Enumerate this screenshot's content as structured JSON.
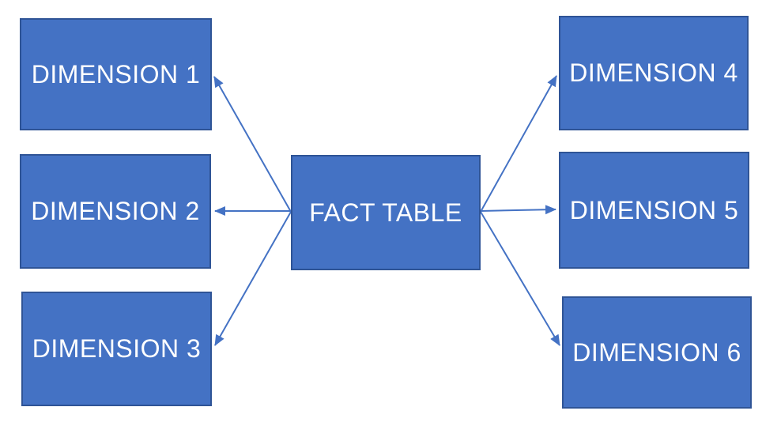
{
  "diagram": {
    "nodes": [
      {
        "id": "fact",
        "label": "FACT TABLE"
      },
      {
        "id": "dimension-1",
        "label": "DIMENSION 1"
      },
      {
        "id": "dimension-2",
        "label": "DIMENSION 2"
      },
      {
        "id": "dimension-3",
        "label": "DIMENSION 3"
      },
      {
        "id": "dimension-4",
        "label": "DIMENSION 4"
      },
      {
        "id": "dimension-5",
        "label": "DIMENSION 5"
      },
      {
        "id": "dimension-6",
        "label": "DIMENSION 6"
      }
    ],
    "edges": [
      {
        "from": "fact",
        "to": "dimension-1"
      },
      {
        "from": "fact",
        "to": "dimension-2"
      },
      {
        "from": "fact",
        "to": "dimension-3"
      },
      {
        "from": "fact",
        "to": "dimension-4"
      },
      {
        "from": "fact",
        "to": "dimension-5"
      },
      {
        "from": "fact",
        "to": "dimension-6"
      }
    ],
    "colors": {
      "node_fill": "#4472C4",
      "node_border": "#2F5496",
      "connector": "#4472C4",
      "label_text": "#FFFFFF",
      "background": "#FFFFFF"
    }
  }
}
